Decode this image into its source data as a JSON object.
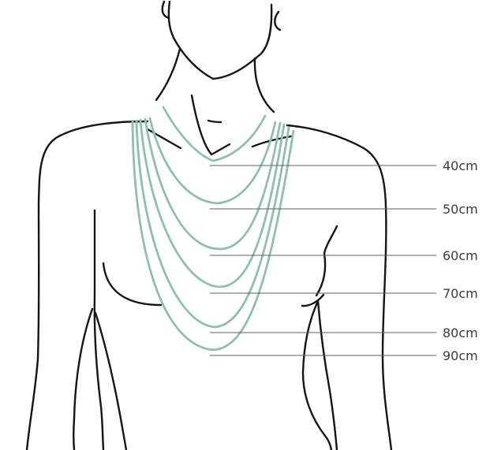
{
  "necklace_lengths": [
    {
      "label": "40cm"
    },
    {
      "label": "50cm"
    },
    {
      "label": "60cm"
    },
    {
      "label": "70cm"
    },
    {
      "label": "80cm"
    },
    {
      "label": "90cm"
    }
  ],
  "colors": {
    "outline": "#151515",
    "chain": "#8fc0ad",
    "guide": "#5f5f5f",
    "label": "#3b3b3b"
  }
}
